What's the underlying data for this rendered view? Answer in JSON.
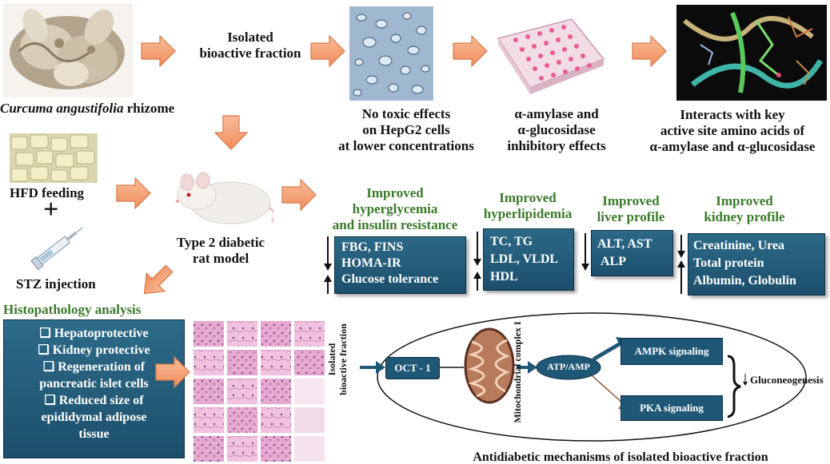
{
  "rhizome": {
    "label_italic": "Curcuma angustifolia",
    "label_rest": " rhizome"
  },
  "isolated": {
    "line1": "Isolated",
    "line2": "bioactive fraction"
  },
  "hepg2": {
    "line1": "No toxic effects",
    "line2": "on HepG2 cells",
    "line3": "at lower concentrations"
  },
  "enzyme": {
    "line1": "α-amylase and",
    "line2": "α-glucosidase",
    "line3": "inhibitory effects"
  },
  "docking": {
    "line1": "Interacts with key",
    "line2": "active site amino acids of",
    "line3": "α-amylase and α-glucosidase"
  },
  "hfd": {
    "label": "HFD feeding",
    "plus": "+"
  },
  "stz": {
    "label": "STZ injection"
  },
  "rat": {
    "line1": "Type 2 diabetic",
    "line2": "rat model"
  },
  "effects": [
    {
      "title1": "Improved",
      "title2": "hyperglycemia",
      "title3": "and insulin resistance",
      "items": [
        "FBG, FINS",
        "HOMA-IR",
        "Glucose tolerance"
      ]
    },
    {
      "title1": "Improved",
      "title2": "hyperlipidemia",
      "items": [
        "TC, TG",
        "LDL, VLDL",
        "HDL"
      ]
    },
    {
      "title1": "Improved",
      "title2": "liver profile",
      "items": [
        "ALT, AST",
        "ALP"
      ]
    },
    {
      "title1": "Improved",
      "title2": "kidney profile",
      "items": [
        "Creatinine, Urea",
        "Total protein",
        "Albumin, Globulin"
      ]
    }
  ],
  "histopathology": {
    "title": "Histopathology analysis",
    "items": [
      "❑ Hepatoprotective",
      "❑ Kidney protective",
      "❑ Regeneration of",
      "pancreatic islet cells",
      "❑ Reduced size of",
      "epididymal adipose",
      "tissue"
    ]
  },
  "mechanism": {
    "input_line1": "Isolated",
    "input_line2": "bioactive fraction",
    "oct": "OCT - 1",
    "mito": "Mitochondrial complex I",
    "atp": "ATP/AMP",
    "ampk": "AMPK signaling",
    "pka": "PKA signaling",
    "gluco": "Gluconeogenesis",
    "caption": "Antidiabetic mechanisms of isolated bioactive fraction"
  },
  "colors": {
    "arrow": "#f4a57c",
    "arrow_stroke": "#d9794a",
    "panel": "#1f5776",
    "green": "#3b7a2a"
  }
}
